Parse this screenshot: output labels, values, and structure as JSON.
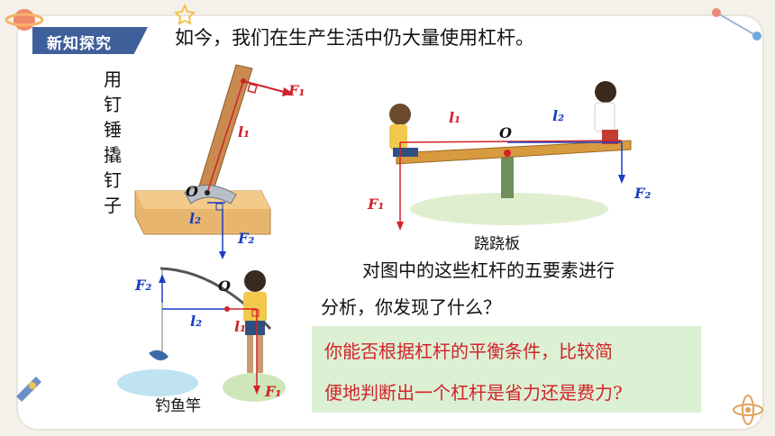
{
  "badge_text": "新知探究",
  "title": "如今，我们在生产生活中仍大量使用杠杆。",
  "hammer_caption": "用钉锤撬钉子",
  "seesaw_caption": "跷跷板",
  "fishing_caption": "钓鱼竿",
  "question_line1": "对图中的这些杠杆的五要素进行",
  "question_line2": "分析，你发现了什么？",
  "hint_line1": "你能否根据杠杆的平衡条件，比较简",
  "hint_line2": "便地判断出一个杠杆是省力还是费力?",
  "colors": {
    "badge": "#3f5f9a",
    "hint_bg": "#dcf0d3",
    "hint_text": "#d2232a",
    "force": "#d2232a",
    "arm": "#1a3fbf"
  }
}
